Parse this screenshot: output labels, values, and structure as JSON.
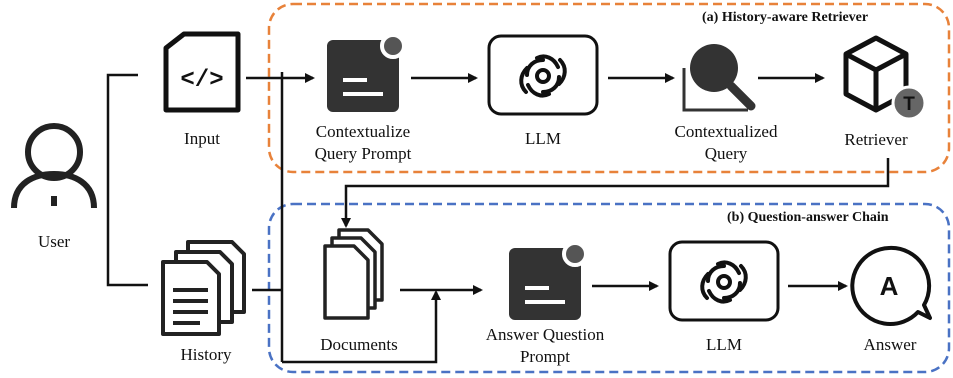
{
  "sections": {
    "retriever_title": "(a) History-aware Retriever",
    "qa_title": "(b) Question-answer Chain"
  },
  "nodes": {
    "user": "User",
    "input": "Input",
    "history": "History",
    "contextualize_prompt_l1": "Contextualize",
    "contextualize_prompt_l2": "Query Prompt",
    "llm_top": "LLM",
    "contextualized_query_l1": "Contextualized",
    "contextualized_query_l2": "Query",
    "retriever": "Retriever",
    "documents": "Documents",
    "answer_prompt_l1": "Answer Question",
    "answer_prompt_l2": "Prompt",
    "llm_bottom": "LLM",
    "answer": "Answer"
  },
  "icons": {
    "input_glyph": "</>",
    "retriever_badge": "T",
    "answer_badge": "A"
  },
  "colors": {
    "retriever_border": "#e8823a",
    "qa_border": "#4a72c4",
    "icon_dark": "#333333"
  }
}
